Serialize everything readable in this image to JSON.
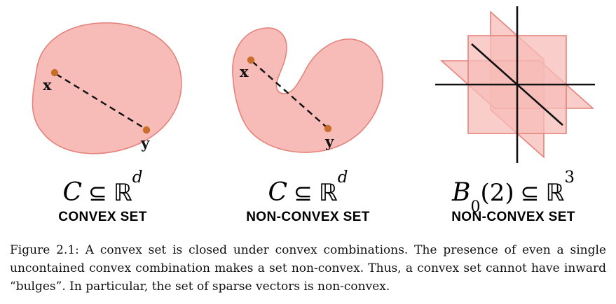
{
  "figure": {
    "panels": [
      {
        "id": "convex",
        "formula": {
          "set": "C",
          "relation": "⊆",
          "space": "ℝ",
          "superscript": "d"
        },
        "label": "CONVEX SET",
        "point_labels": {
          "x": "x",
          "y": "y"
        }
      },
      {
        "id": "non-convex",
        "formula": {
          "set": "C",
          "relation": "⊆",
          "space": "ℝ",
          "superscript": "d"
        },
        "label": "NON-CONVEX SET",
        "point_labels": {
          "x": "x",
          "y": "y"
        }
      },
      {
        "id": "sparse-vectors",
        "formula": {
          "set": "B",
          "subscript": "0",
          "argument": "(2)",
          "relation": "⊆",
          "space": "ℝ",
          "superscript": "3"
        },
        "label": "NON-CONVEX SET"
      }
    ],
    "caption": "Figure 2.1: A convex set is closed under convex combinations. The presence of even a single uncontained convex combination makes a set non-convex. Thus, a convex set cannot have inward “bulges”. In particular, the set of sparse vectors is non-convex.",
    "colors": {
      "set_fill": "#f7bcb8",
      "set_stroke": "#e4837b",
      "point": "#cb6d2a",
      "line": "#111111"
    }
  }
}
